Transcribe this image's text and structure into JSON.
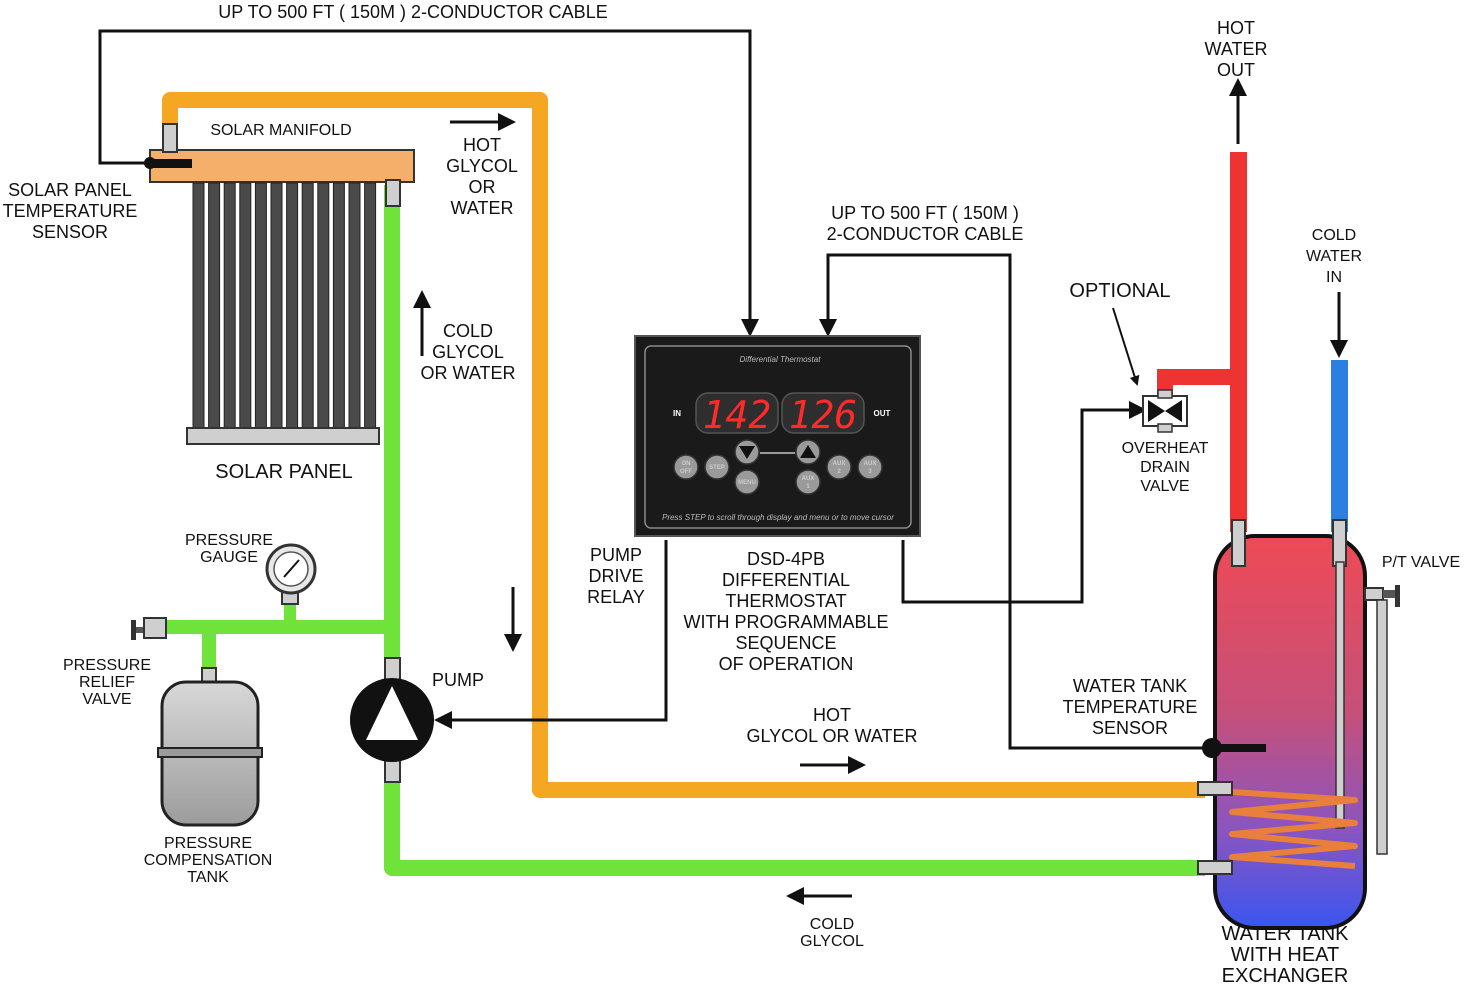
{
  "labels": {
    "top_cable": "UP TO 500 FT ( 150M ) 2-CONDUCTOR CABLE",
    "solar_manifold": "SOLAR MANIFOLD",
    "solar_sensor": [
      "SOLAR PANEL",
      "TEMPERATURE",
      "SENSOR"
    ],
    "solar_panel": "SOLAR PANEL",
    "hot_glycol_top": [
      "HOT",
      "GLYCOL",
      "OR",
      "WATER"
    ],
    "cold_glycol_mid": [
      "COLD",
      "GLYCOL",
      "OR WATER"
    ],
    "mid_cable": [
      "UP TO 500 FT ( 150M )",
      "2-CONDUCTOR CABLE"
    ],
    "optional": "OPTIONAL",
    "overheat_valve": [
      "OVERHEAT",
      "DRAIN",
      "VALVE"
    ],
    "hot_water_out": [
      "HOT",
      "WATER",
      "OUT"
    ],
    "cold_water_in": [
      "COLD",
      "WATER",
      "IN"
    ],
    "pt_valve": "P/T VALVE",
    "pressure_gauge": [
      "PRESSURE",
      "GAUGE"
    ],
    "pressure_relief": [
      "PRESSURE",
      "RELIEF",
      "VALVE"
    ],
    "pressure_tank": [
      "PRESSURE",
      "COMPENSATION",
      "TANK"
    ],
    "pump": "PUMP",
    "pump_relay": [
      "PUMP",
      "DRIVE",
      "RELAY"
    ],
    "controller_caption": [
      "DSD-4PB",
      "DIFFERENTIAL",
      "THERMOSTAT",
      "WITH PROGRAMMABLE",
      "SEQUENCE",
      "OF OPERATION"
    ],
    "tank_sensor": [
      "WATER TANK",
      "TEMPERATURE",
      "SENSOR"
    ],
    "hot_glycol_bottom": [
      "HOT",
      "GLYCOL OR WATER"
    ],
    "cold_glycol_bottom": [
      "COLD",
      "GLYCOL"
    ],
    "water_tank": [
      "WATER TANK",
      "WITH HEAT",
      "EXCHANGER"
    ]
  },
  "controller": {
    "title": "Differential Thermostat",
    "in_label": "IN",
    "out_label": "OUT",
    "display_in": "142",
    "display_out": "126",
    "buttons": {
      "on_off": [
        "ON",
        "OFF"
      ],
      "step": "STEP",
      "menu": "MENU",
      "aux1": [
        "AUX",
        "1"
      ],
      "aux2": [
        "AUX",
        "2"
      ],
      "aux3": [
        "AUX",
        "3"
      ]
    },
    "footer": "Press STEP to scroll through display and menu or to move cursor"
  },
  "colors": {
    "hot_pipe": "#f5a623",
    "cold_pipe": "#6fe33a",
    "hot_water": "#ee3333",
    "cold_water": "#2a7fe0",
    "controller_bg": "#1a1a1a"
  }
}
